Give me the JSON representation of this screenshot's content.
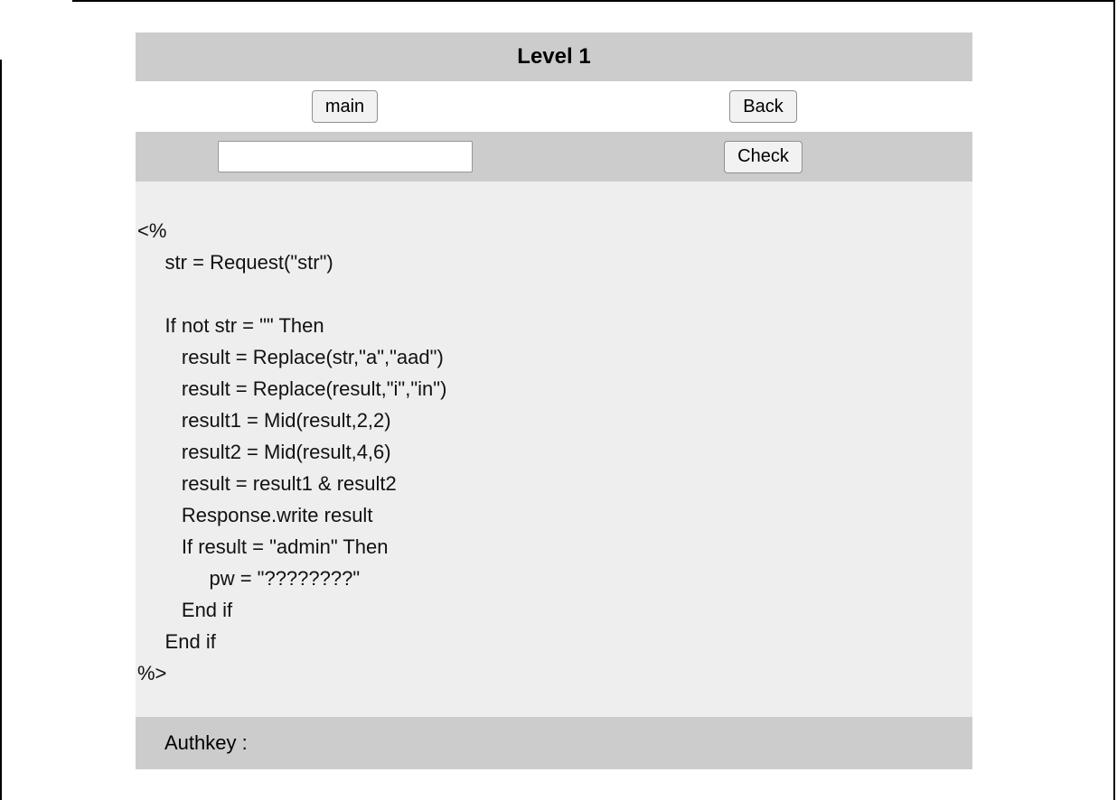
{
  "header": {
    "title": "Level 1"
  },
  "nav": {
    "main_label": "main",
    "back_label": "Back"
  },
  "check": {
    "input_value": "",
    "check_label": "Check"
  },
  "code": {
    "lines": [
      "<%",
      "     str = Request(\"str\")",
      "",
      "     If not str = \"\" Then",
      "        result = Replace(str,\"a\",\"aad\")",
      "        result = Replace(result,\"i\",\"in\")",
      "        result1 = Mid(result,2,2)",
      "        result2 = Mid(result,4,6)",
      "        result = result1 & result2",
      "        Response.write result",
      "        If result = \"admin\" Then",
      "             pw = \"????????\"",
      "        End if",
      "     End if",
      "%>"
    ]
  },
  "footer": {
    "authkey_label": "Authkey :"
  },
  "colors": {
    "bar_gray": "#cccccc",
    "code_bg": "#eeeeee",
    "frame": "#000000"
  }
}
